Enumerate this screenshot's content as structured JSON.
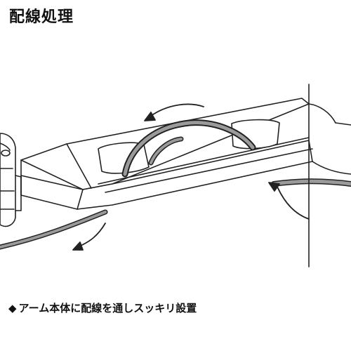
{
  "title": "配線処理",
  "caption": {
    "bullet": "◆",
    "text": "アーム本体に配線を通しスッキリ設置"
  },
  "illustration": {
    "subject": "monitor-arm-cable-routing",
    "line_color": "#222222",
    "cable_fill": "#9a9a9a"
  }
}
